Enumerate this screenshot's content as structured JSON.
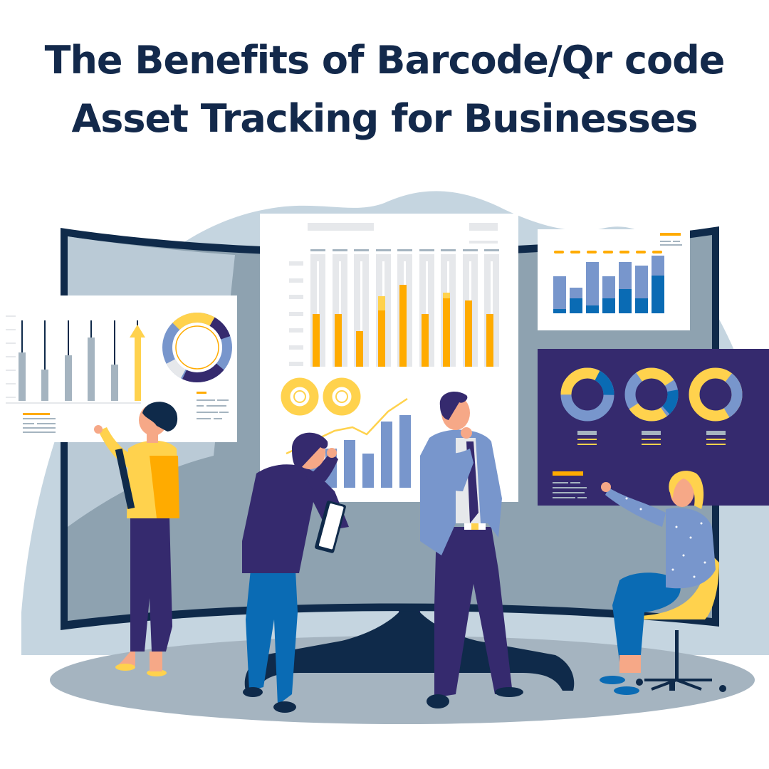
{
  "title": {
    "line1": "The Benefits of Barcode/Qr code",
    "line2": "Asset Tracking for Businesses",
    "color": "#13294b"
  },
  "illustration": {
    "description": "Team analyzing dashboards on a large curved monitor",
    "palette": {
      "navy": "#0f2a4a",
      "indigo": "#352a6e",
      "periwinkle": "#7896cc",
      "blue": "#0a6bb4",
      "orange": "#ffab00",
      "yellow": "#ffd24d",
      "grey_panel": "#8ea2b0",
      "light_bg": "#c5d5e0",
      "floor": "#a5b4c0"
    },
    "panels": {
      "center_bar_chart": {
        "bars": 9,
        "values": [
          49,
          49,
          33,
          52,
          62,
          49,
          57,
          47,
          49
        ],
        "highlight_caps": [
          4,
          7
        ]
      },
      "top_right_stacked_chart": {
        "bars": 7,
        "total": [
          52,
          36,
          72,
          52,
          72,
          66,
          82
        ],
        "base": [
          7,
          21,
          10,
          21,
          34,
          21,
          53
        ]
      },
      "left_candle_chart": {
        "bars": 5,
        "values": [
          46,
          31,
          43,
          60,
          35
        ]
      },
      "donuts_purple_panel": 3,
      "center_mini_bars": {
        "values": [
          28,
          44,
          54,
          31,
          67,
          74
        ]
      }
    },
    "people": [
      "woman-pointing-yellow-top",
      "man-navy-jacket-holding-tablet",
      "man-thinking-blue-blazer",
      "woman-seated-yellow-chair"
    ]
  }
}
